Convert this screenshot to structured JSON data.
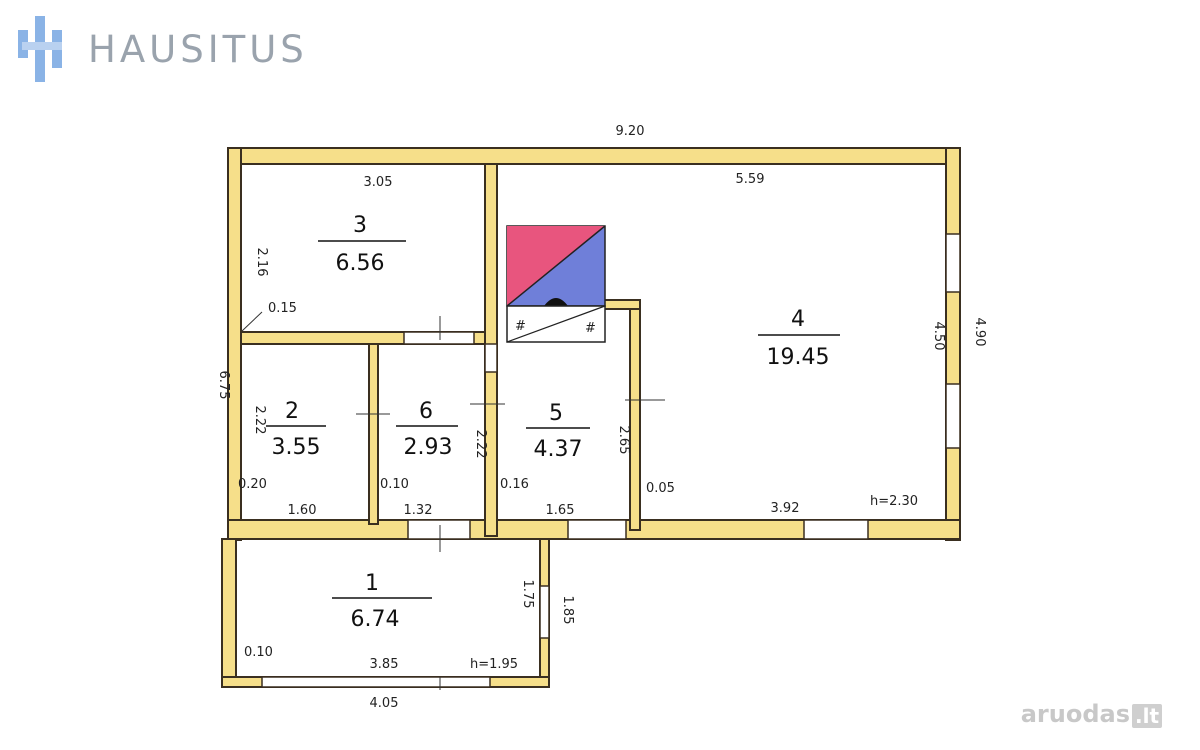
{
  "brand": {
    "name": "HAUSITUS",
    "icon": "hausitus-logo-icon"
  },
  "watermark": {
    "text": "aruodas",
    "suffix": ".lt"
  },
  "colors": {
    "wall_fill": "#f6df8a",
    "wall_stroke": "#3a2f20",
    "stove_red": "#e8557e",
    "stove_blue": "#6f7fd9",
    "logo_blue": "#8ab3e6"
  },
  "plan": {
    "rooms": [
      {
        "number": "1",
        "area": "6.74"
      },
      {
        "number": "2",
        "area": "3.55"
      },
      {
        "number": "3",
        "area": "6.56"
      },
      {
        "number": "4",
        "area": "19.45"
      },
      {
        "number": "5",
        "area": "4.37"
      },
      {
        "number": "6",
        "area": "2.93"
      }
    ],
    "dimensions": {
      "overall_top": "9.20",
      "overall_left": "6.75",
      "room3_top": "3.05",
      "room3_side": "2.16",
      "room3_wall": "0.15",
      "room4_top": "5.59",
      "room4_right_inner": "4.50",
      "room4_right_outer": "4.90",
      "room4_bottom": "3.92",
      "room4_wall": "0.05",
      "room4_height": "h=2.30",
      "room5_side": "2.65",
      "room5_bottom": "1.65",
      "room5_wall": "0.16",
      "room6_side": "2.22",
      "room6_bottom": "1.32",
      "room6_wall": "0.10",
      "room2_side": "2.22",
      "room2_bottom": "1.60",
      "room2_wall": "0.20",
      "room1_inner": "1.75",
      "room1_outer": "1.85",
      "room1_bottom": "3.85",
      "room1_outer_bottom": "4.05",
      "room1_wall": "0.10",
      "room1_height": "h=1.95"
    }
  }
}
